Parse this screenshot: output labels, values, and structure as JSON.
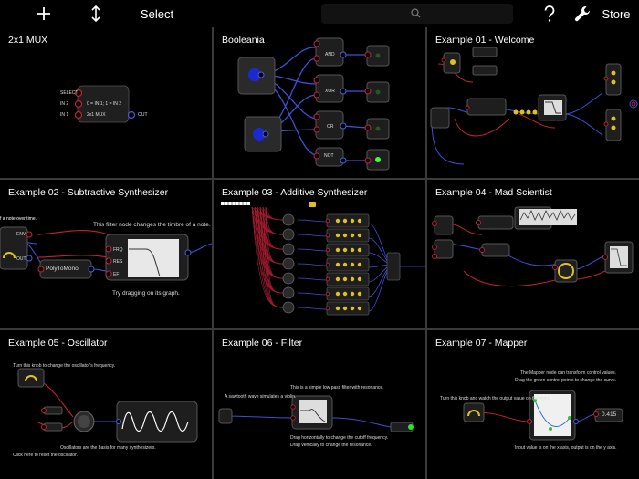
{
  "toolbar": {
    "add_icon": "plus-icon",
    "reorder_icon": "vertical-arrows-icon",
    "select_label": "Select",
    "search_placeholder": "",
    "help_icon": "question-mark-icon",
    "wrench_icon": "wrench-icon",
    "store_label": "Store"
  },
  "projects": [
    {
      "title": "2x1 MUX"
    },
    {
      "title": "Booleania"
    },
    {
      "title": "Example 01 - Welcome"
    },
    {
      "title": "Example 02 - Subtractive Synthesizer"
    },
    {
      "title": "Example 03 - Additive Synthesizer"
    },
    {
      "title": "Example 04 - Mad Scientist"
    },
    {
      "title": "Example 05 - Oscillator"
    },
    {
      "title": "Example 06 - Filter"
    },
    {
      "title": "Example 07 - Mapper"
    }
  ],
  "mux": {
    "select": "SELECT",
    "in2": "IN 2",
    "in1": "IN 1",
    "formula": "0 = IN 1; 1 = IN 2",
    "name": "2x1 MUX",
    "out": "OUT"
  },
  "booleania": {
    "and": "AND",
    "xor": "XOR",
    "or": "OR",
    "not": "NOT"
  },
  "subtractive": {
    "caption": "This filter node changes the timbre of a note.",
    "node": "PolyToMono",
    "hint": "Try dragging on its graph.",
    "env": "ENV",
    "out": "OUT",
    "freq": "FRQ",
    "res": "RES",
    "eg": "EF"
  },
  "oscillator": {
    "turn_hint": "Turn this knob to change the oscillator's frequency.",
    "reset_hint": "Click here to reset the oscillator.",
    "osc_hint": "Oscillators are the basis for many synthesizers."
  },
  "filter": {
    "hint1": "A sawtooth wave simulates a violin.",
    "hint2": "This is a simple low pass filter with resonance.",
    "hint3": "Drag horizontally to change the cutoff frequency.",
    "hint4": "Drag vertically to change the resonance."
  },
  "mapper": {
    "caption1": "The Mapper node can transform control values.",
    "caption2": "Drag the green control points to change the curve.",
    "turn_hint": "Turn this knob and watch the output value on the right.",
    "value": "0.415",
    "bottom_hint": "Input value is on the x axis, output is on the y axis."
  }
}
